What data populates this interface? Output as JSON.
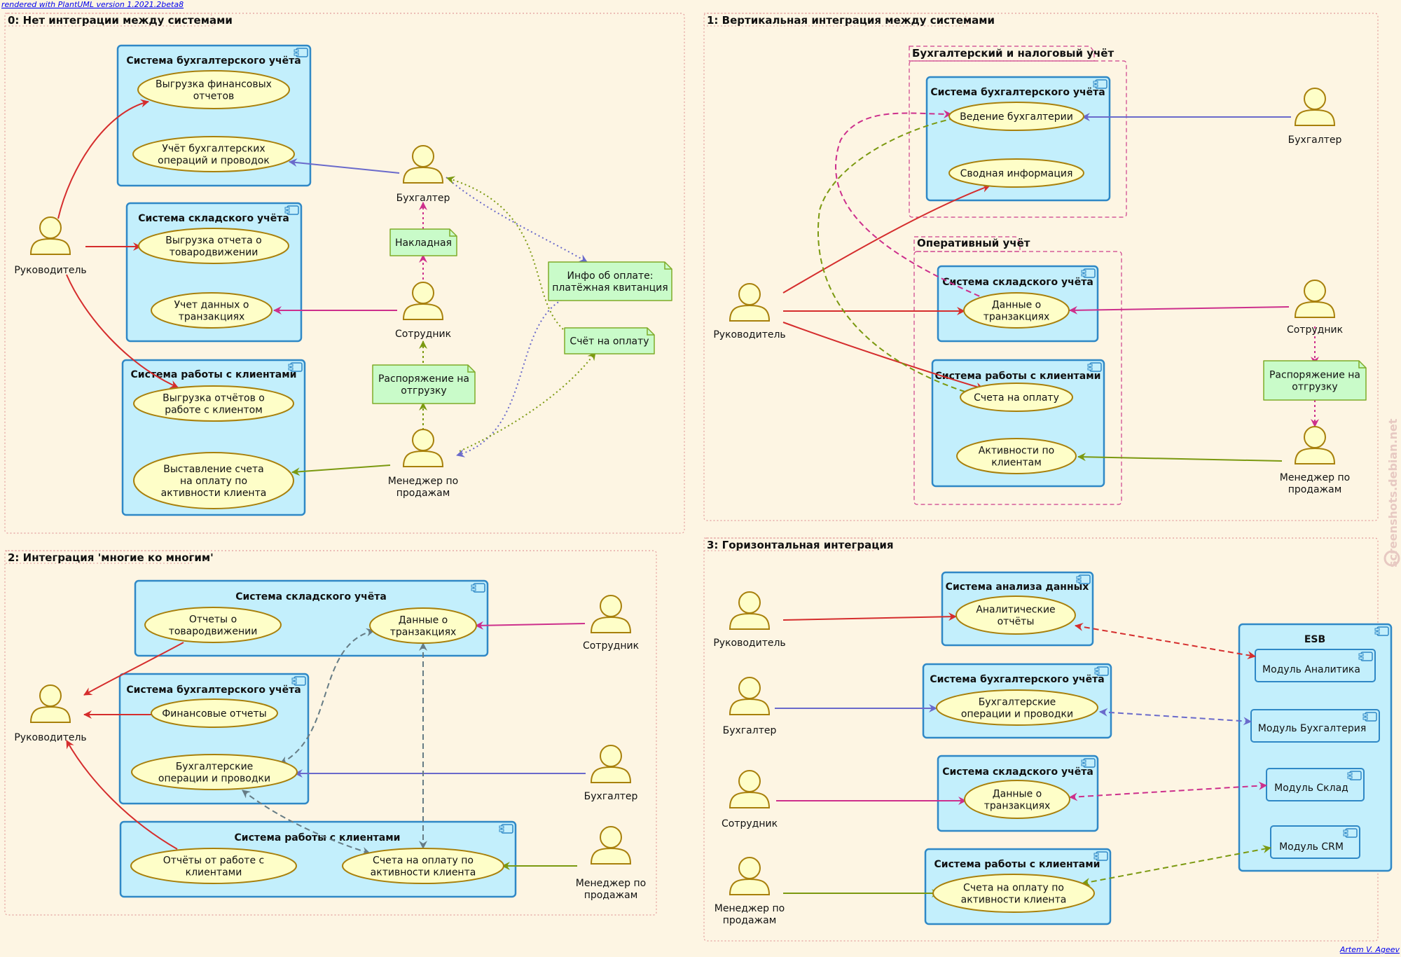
{
  "header": {
    "rendered_with": "rendered with PlantUML version 1.2021.2beta8"
  },
  "footer": {
    "author": "Artem V. Ageev"
  },
  "watermark": "screenshots.debian.net",
  "colors": {
    "background": "#fdf5e3",
    "system_fill": "#c3effc",
    "system_stroke": "#2f88c6",
    "usecase_fill": "#fefec8",
    "usecase_stroke": "#a8800c",
    "actor_fill": "#fefec8",
    "note_fill": "#c9fbc9",
    "note_stroke": "#7fab29",
    "manager_arrow": "#d52d2d",
    "accountant_arrow": "#6a6acb",
    "employee_arrow": "#cd2f8c",
    "sales_arrow": "#7b9910",
    "dependency_arrow": "#667c85"
  },
  "packages": [
    {
      "title": "0: Нет интеграции между системами"
    },
    {
      "title": "1: Вертикальная интеграция между системами"
    },
    {
      "title": "2: Интеграция 'многие ко многим'"
    },
    {
      "title": "3: Горизонтальная интеграция"
    }
  ],
  "subpackages": [
    {
      "title": "Бухгалтерский и налоговый учёт"
    },
    {
      "title": "Оперативный учёт"
    }
  ],
  "systems": [
    {
      "title": "Система бухгалтерского учёта"
    },
    {
      "title": "Система складского учёта"
    },
    {
      "title": "Система работы с клиентами"
    },
    {
      "title": "Система бухгалтерского учёта"
    },
    {
      "title": "Система складского учёта"
    },
    {
      "title": "Система работы с клиентами"
    },
    {
      "title": "Система складского учёта"
    },
    {
      "title": "Система бухгалтерского учёта"
    },
    {
      "title": "Система работы с клиентами"
    },
    {
      "title": "Система анализа данных"
    },
    {
      "title": "Система бухгалтерского учёта"
    },
    {
      "title": "Система складского учёта"
    },
    {
      "title": "Система работы с клиентами"
    },
    {
      "title": "ESB"
    }
  ],
  "usecases": [
    {
      "lines": [
        "Выгрузка финансовых",
        "отчетов"
      ]
    },
    {
      "lines": [
        "Учёт бухгалтерских",
        "операций и проводок"
      ]
    },
    {
      "lines": [
        "Выгрузка отчета о",
        "товародвижении"
      ]
    },
    {
      "lines": [
        "Учет данных о",
        "транзакциях"
      ]
    },
    {
      "lines": [
        "Выгрузка отчётов о",
        "работе с клиентом"
      ]
    },
    {
      "lines": [
        "Выставление счета",
        "на оплату по",
        "активности клиента"
      ]
    },
    {
      "lines": [
        "Ведение бухгалтерии"
      ]
    },
    {
      "lines": [
        "Сводная информация"
      ]
    },
    {
      "lines": [
        "Данные о",
        "транзакциях"
      ]
    },
    {
      "lines": [
        "Счета на оплату"
      ]
    },
    {
      "lines": [
        "Активности по",
        "клиентам"
      ]
    },
    {
      "lines": [
        "Отчеты о",
        "товародвижении"
      ]
    },
    {
      "lines": [
        "Данные о",
        "транзакциях"
      ]
    },
    {
      "lines": [
        "Финансовые отчеты"
      ]
    },
    {
      "lines": [
        "Бухгалтерские",
        "операции и проводки"
      ]
    },
    {
      "lines": [
        "Отчёты от работе с",
        "клиентами"
      ]
    },
    {
      "lines": [
        "Счета на оплату по",
        "активности клиента"
      ]
    },
    {
      "lines": [
        "Аналитические",
        "отчёты"
      ]
    },
    {
      "lines": [
        "Бухгалтерские",
        "операции и проводки"
      ]
    },
    {
      "lines": [
        "Данные о",
        "транзакциях"
      ]
    },
    {
      "lines": [
        "Счета на оплату по",
        "активности клиента"
      ]
    }
  ],
  "modules": [
    {
      "label": "Модуль Аналитика"
    },
    {
      "label": "Модуль Бухгалтерия"
    },
    {
      "label": "Модуль Склад"
    },
    {
      "label": "Модуль CRM"
    }
  ],
  "actors": [
    {
      "lines": [
        "Руководитель"
      ]
    },
    {
      "lines": [
        "Бухгалтер"
      ]
    },
    {
      "lines": [
        "Сотрудник"
      ]
    },
    {
      "lines": [
        "Менеджер по",
        "продажам"
      ]
    },
    {
      "lines": [
        "Руководитель"
      ]
    },
    {
      "lines": [
        "Бухгалтер"
      ]
    },
    {
      "lines": [
        "Сотрудник"
      ]
    },
    {
      "lines": [
        "Менеджер по",
        "продажам"
      ]
    },
    {
      "lines": [
        "Руководитель"
      ]
    },
    {
      "lines": [
        "Сотрудник"
      ]
    },
    {
      "lines": [
        "Бухгалтер"
      ]
    },
    {
      "lines": [
        "Менеджер по",
        "продажам"
      ]
    },
    {
      "lines": [
        "Руководитель"
      ]
    },
    {
      "lines": [
        "Бухгалтер"
      ]
    },
    {
      "lines": [
        "Сотрудник"
      ]
    },
    {
      "lines": [
        "Менеджер по",
        "продажам"
      ]
    }
  ],
  "notes": [
    {
      "lines": [
        "Накладная"
      ]
    },
    {
      "lines": [
        "Распоряжение на",
        "отгрузку"
      ]
    },
    {
      "lines": [
        "Инфо об оплате:",
        "платёжная квитанция"
      ]
    },
    {
      "lines": [
        "Счёт на оплату"
      ]
    },
    {
      "lines": [
        "Распоряжение на",
        "отгрузку"
      ]
    }
  ]
}
